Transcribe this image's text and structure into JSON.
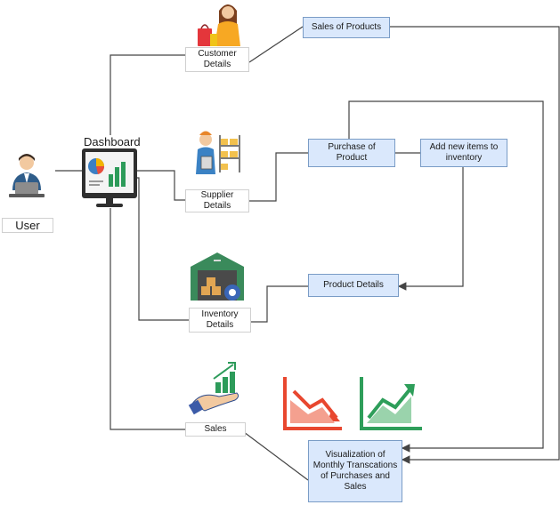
{
  "actors": {
    "user_label": "User",
    "dashboard_label": "Dashboard"
  },
  "modules": {
    "customer": "Customer Details",
    "supplier": "Supplier Details",
    "inventory": "Inventory Details",
    "sales": "Sales"
  },
  "processes": {
    "sales_of_products": "Sales of Products",
    "purchase_of_product": "Purchase of Product",
    "add_new_items": "Add new items to inventory",
    "product_details": "Product Details",
    "visualization": "Visualization of Monthly Transcations of Purchases and Sales"
  },
  "icons": {
    "user": "user-at-laptop-icon",
    "dashboard": "dashboard-monitor-icon",
    "customer": "shopper-icon",
    "supplier": "supplier-with-boxes-icon",
    "inventory": "warehouse-icon",
    "sales": "hand-growth-icon",
    "chart_down": "declining-chart-icon",
    "chart_up": "rising-chart-icon"
  },
  "colors": {
    "process_fill": "#dae8fc",
    "process_border": "#7a9cc6",
    "connector": "#444444",
    "chart_down": "#e8472f",
    "chart_up": "#2e9e5a"
  }
}
